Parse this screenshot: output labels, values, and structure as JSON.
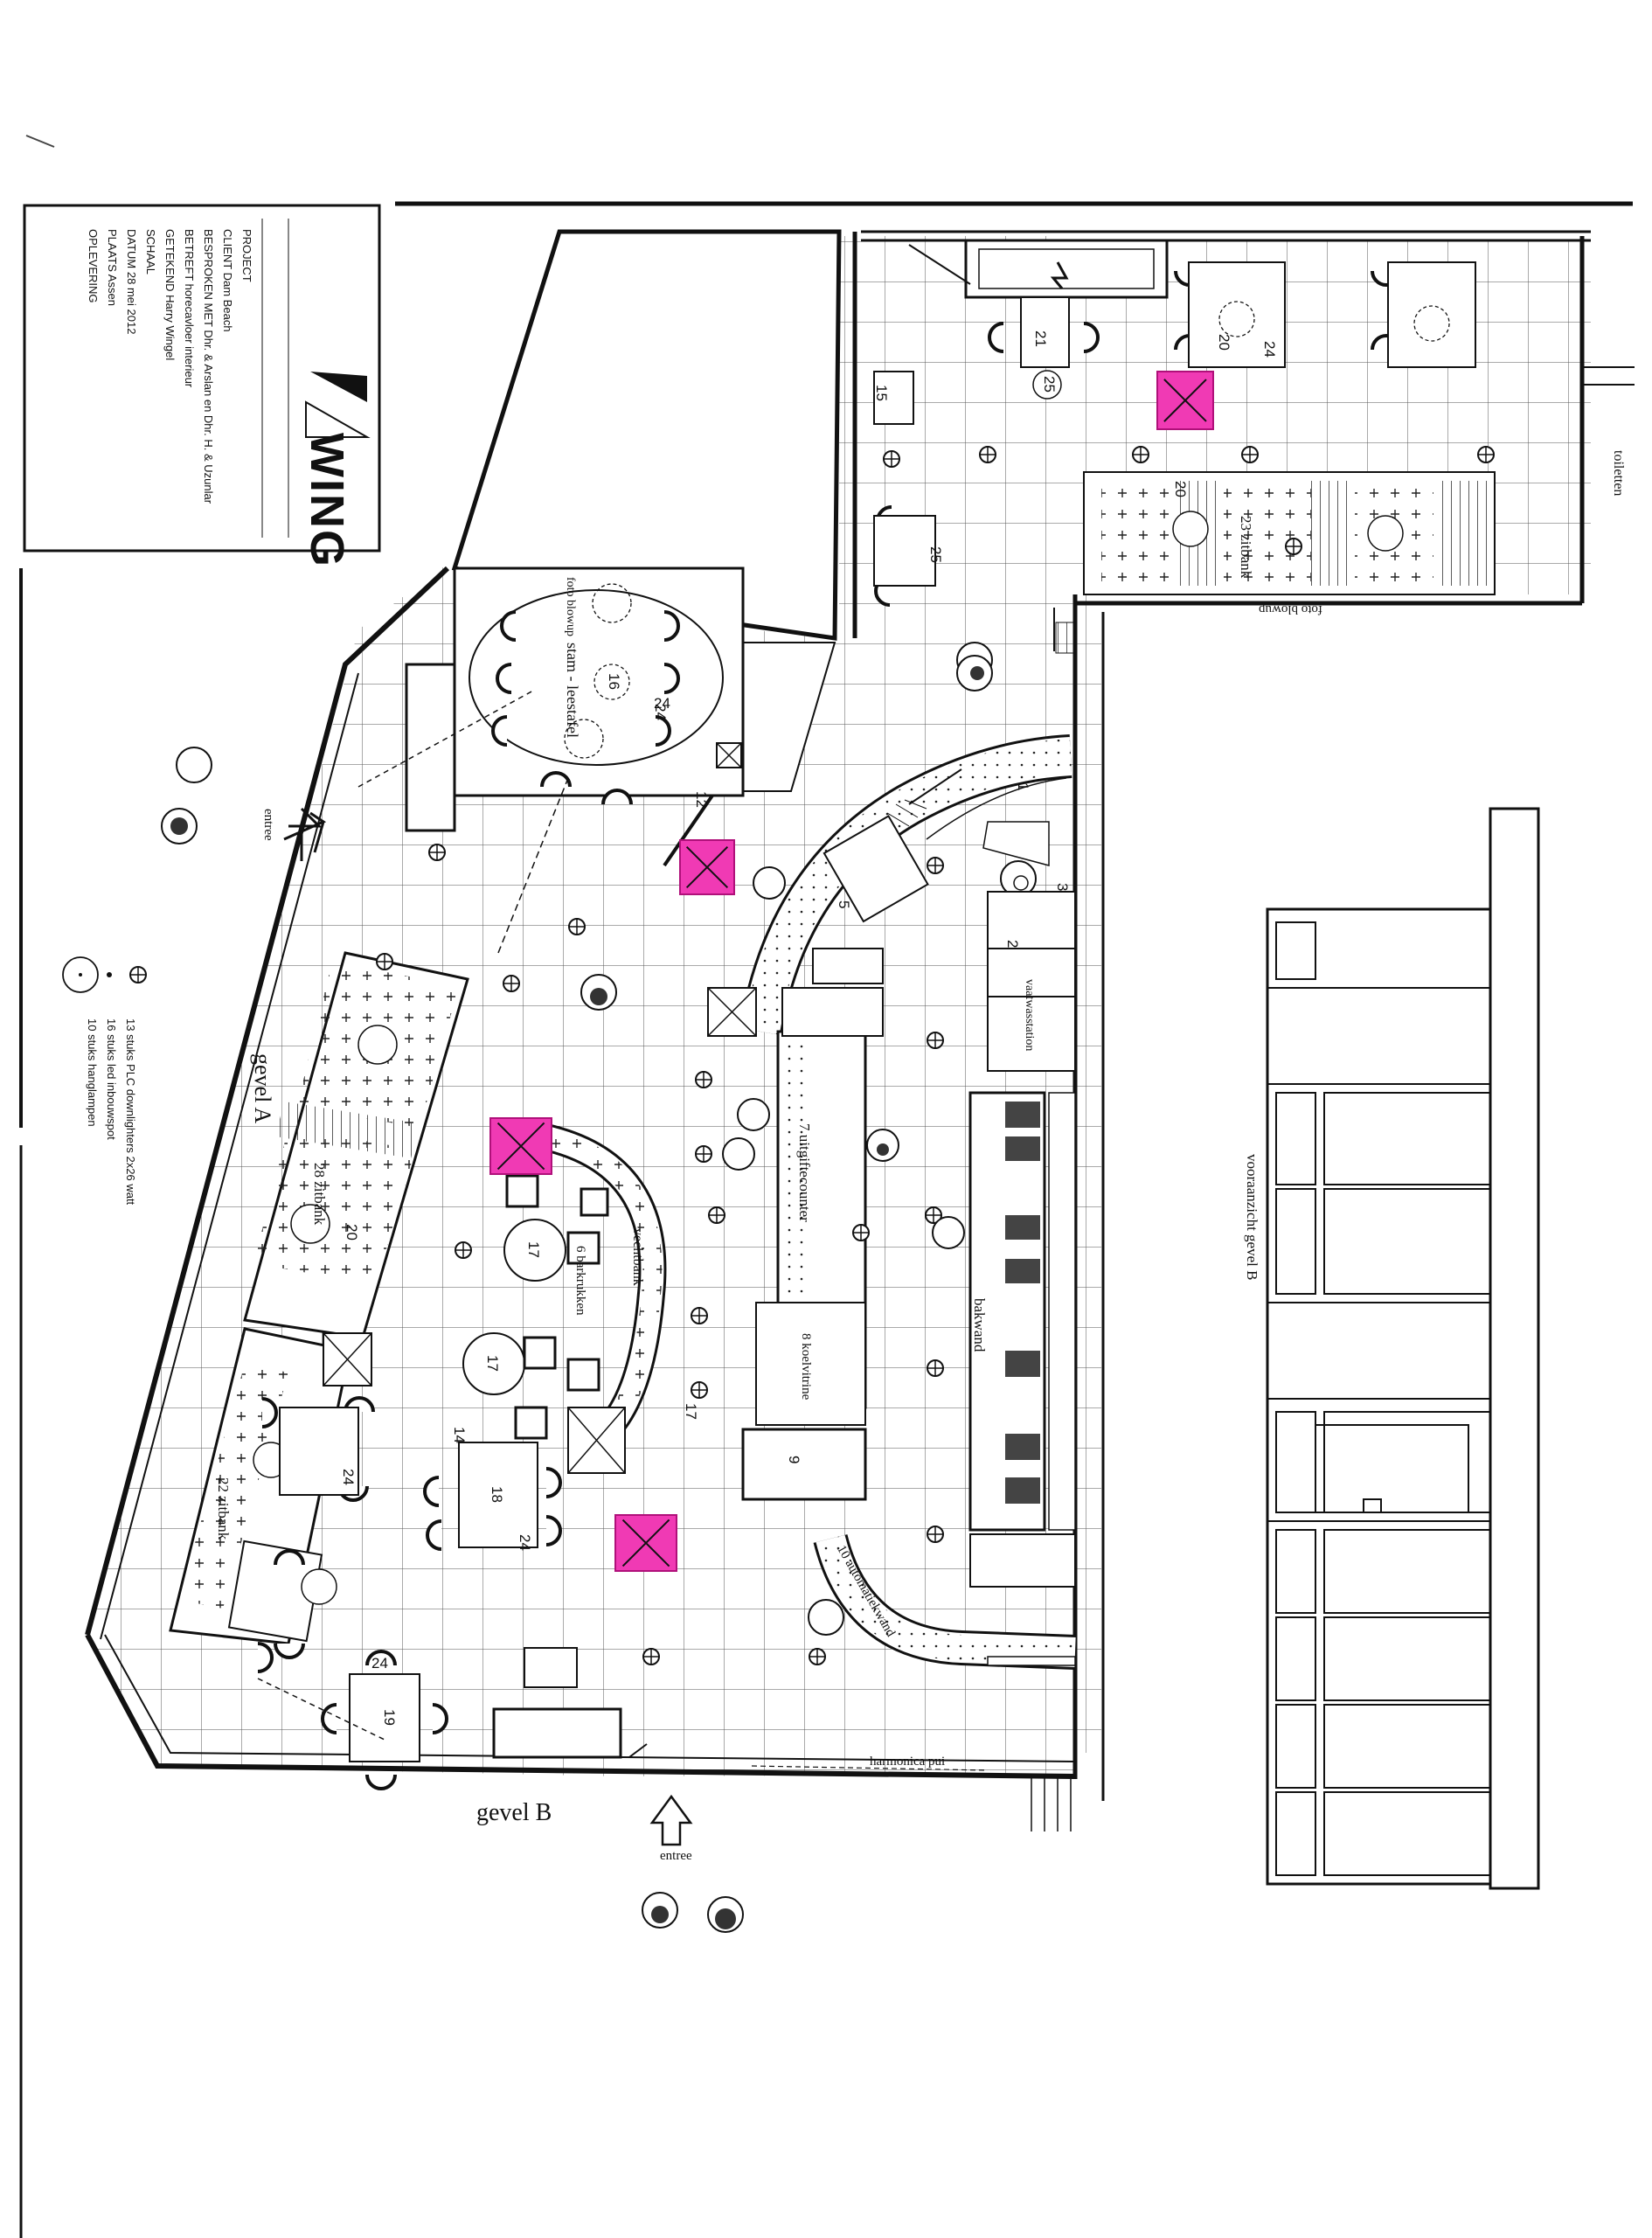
{
  "title_block": {
    "logo_text": "WING",
    "fields": [
      {
        "label": "PROJECT",
        "value": ""
      },
      {
        "label": "CLIENT",
        "value": "Dam Beach"
      },
      {
        "label": "BESPROKEN MET",
        "value": "Dhr. & Arslan en Dhr. H. & Uzunlar"
      },
      {
        "label": "BETREFT",
        "value": "horecavloer interieur"
      },
      {
        "label": "GETEKEND",
        "value": "Harry Wingel"
      },
      {
        "label": "SCHAAL",
        "value": ""
      },
      {
        "label": "DATUM",
        "value": "28 mei 2012"
      },
      {
        "label": "PLAATS",
        "value": "Assen"
      },
      {
        "label": "OPLEVERING",
        "value": ""
      }
    ]
  },
  "legend": {
    "items": [
      "13 stuks PLC downlighters 2x26 watt",
      "16 stuks led inbouwspot",
      "10 stuks hanglampen"
    ]
  },
  "facade_labels": {
    "gevel_a": "gevel A",
    "gevel_b": "gevel B",
    "entree_1": "entree",
    "entree_2": "entree",
    "harmonica": "harmonica pui",
    "toiletten": "toiletten",
    "foto_blowup_1": "foto blowup",
    "foto_blowup_2": "foto blowup",
    "vooraanzicht": "vooraanzicht gevel B"
  },
  "room_labels": {
    "stam_leestafel": "stam - leestafel",
    "zitbank_28": "28 zitbank",
    "zitbank_22": "22 zitbank",
    "zitbank_23": "23 zitbank",
    "vechtbank": "vechtbank",
    "barkrukken": "6 barkrukken",
    "uitgiftecounter": "7 uitgiftecounter",
    "koelvitrine": "8 koelvitrine",
    "bakwand": "bakwand",
    "vaatwasstation": "vaatwasstation",
    "automatiekwand": "10 automatiekwand"
  },
  "table_numbers": [
    "15",
    "21",
    "25",
    "25",
    "20",
    "24",
    "24",
    "20",
    "16",
    "24",
    "17",
    "17",
    "20",
    "24",
    "18",
    "24",
    "14",
    "19",
    "24",
    "9",
    "3",
    "2",
    "5",
    "1",
    "17",
    "12"
  ],
  "markers": {
    "pink_color": "#f03ab4",
    "line_color": "#111111"
  }
}
